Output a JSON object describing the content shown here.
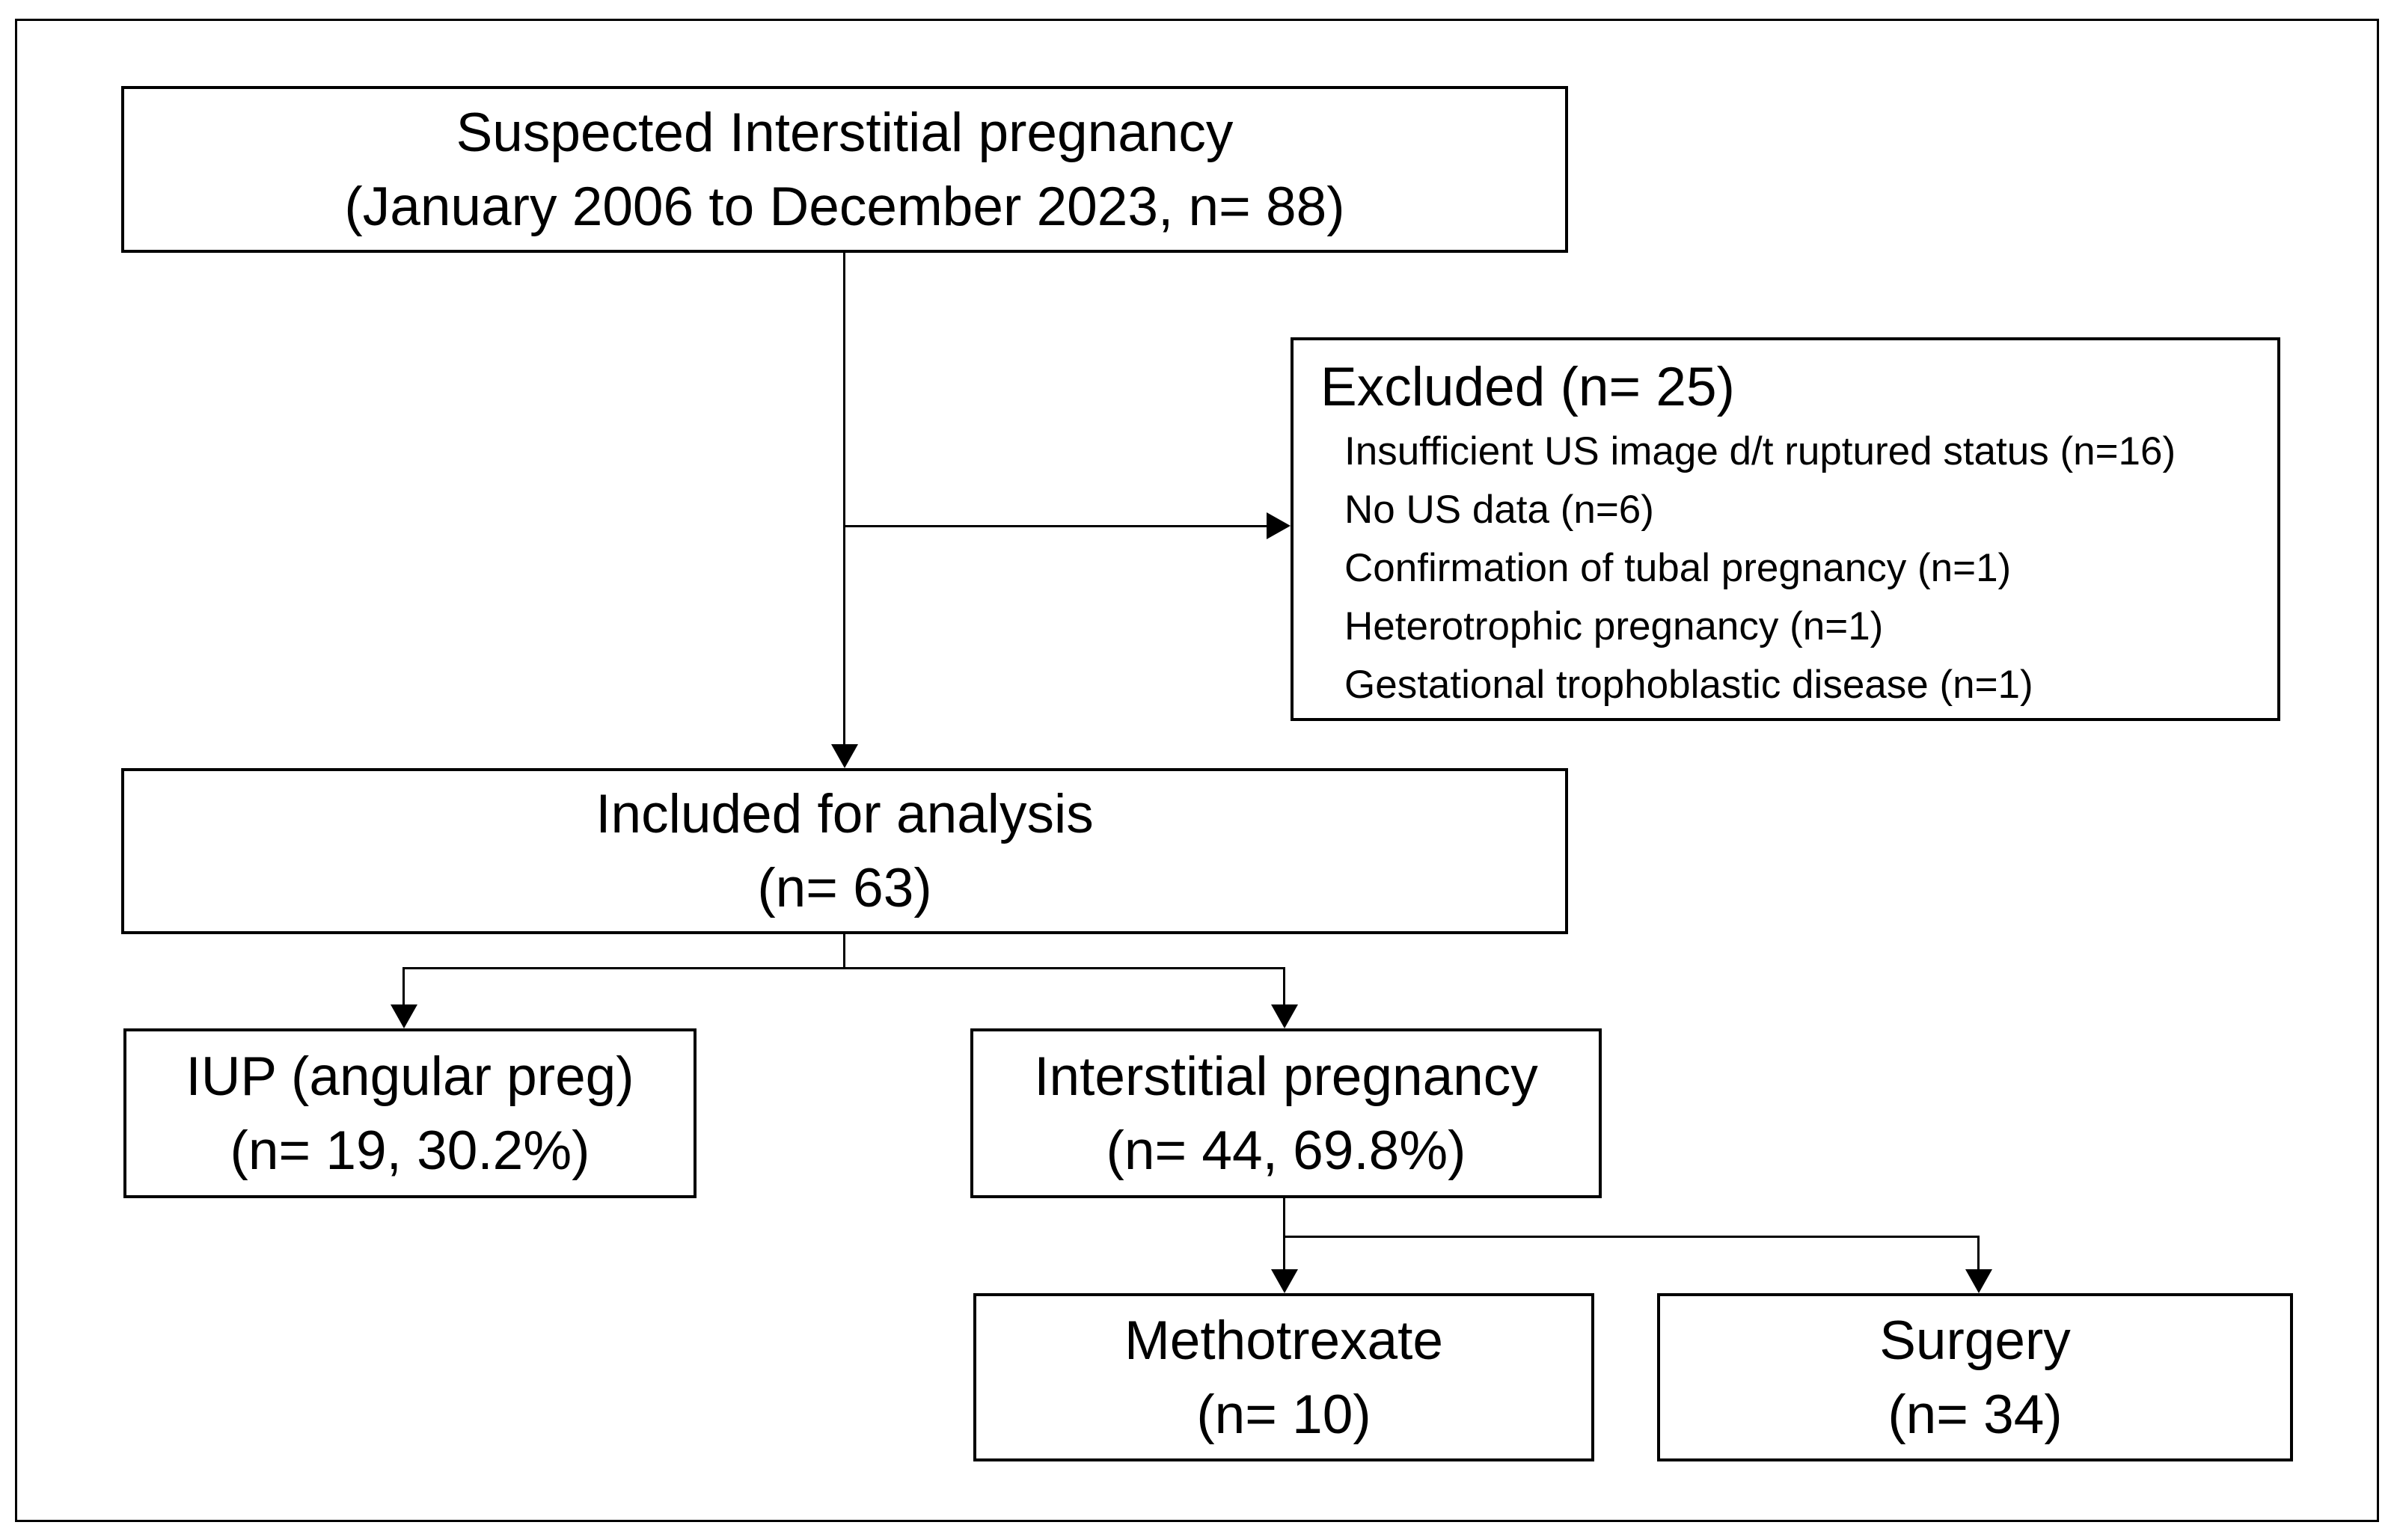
{
  "figure": {
    "background": "#ffffff",
    "line_color": "#000000",
    "nodes": {
      "suspected": {
        "line1": "Suspected Interstitial pregnancy",
        "line2": "(January 2006 to December 2023, n= 88)"
      },
      "excluded": {
        "title": "Excluded (n= 25)",
        "items": [
          "Insufficient US image d/t ruptured status (n=16)",
          "No US data (n=6)",
          "Confirmation of tubal pregnancy (n=1)",
          "Heterotrophic pregnancy (n=1)",
          "Gestational trophoblastic disease (n=1)"
        ]
      },
      "included": {
        "line1": "Included for analysis",
        "line2": "(n= 63)"
      },
      "iup": {
        "line1": "IUP (angular preg)",
        "line2": "(n= 19, 30.2%)"
      },
      "interstitial": {
        "line1": "Interstitial pregnancy",
        "line2": "(n= 44, 69.8%)"
      },
      "methotrexate": {
        "line1": "Methotrexate",
        "line2": "(n= 10)"
      },
      "surgery": {
        "line1": "Surgery",
        "line2": "(n= 34)"
      }
    }
  }
}
